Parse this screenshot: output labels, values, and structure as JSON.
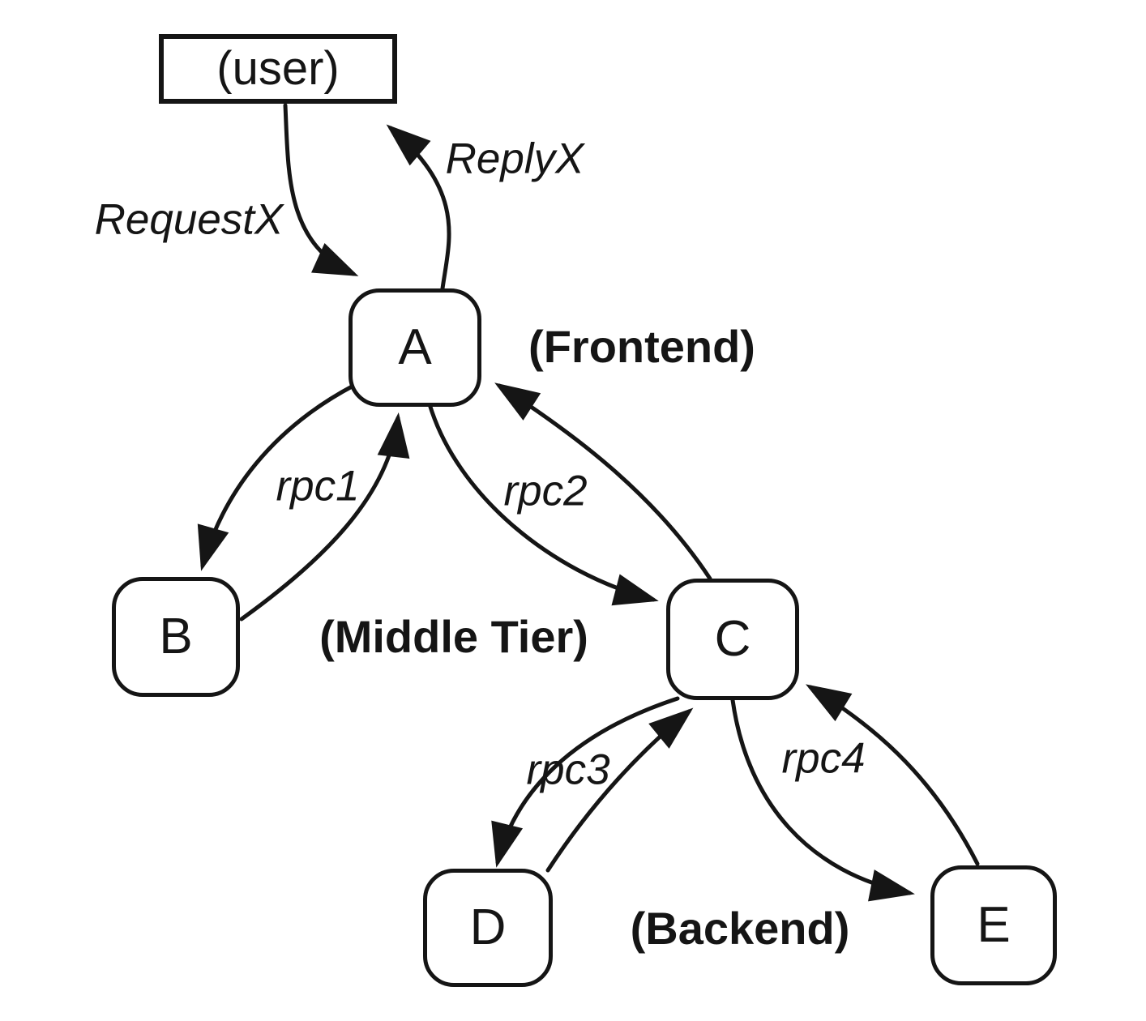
{
  "diagram": {
    "description": "RPC call tree diagram with user, frontend, middle tier and backend nodes",
    "colors": {
      "ink": "#151515",
      "background": "#ffffff"
    }
  },
  "nodes": {
    "user": "(user)",
    "a": "A",
    "b": "B",
    "c": "C",
    "d": "D",
    "e": "E"
  },
  "tier_labels": {
    "frontend": "(Frontend)",
    "middle_tier": "(Middle Tier)",
    "backend": "(Backend)"
  },
  "edge_labels": {
    "request": "RequestX",
    "reply": "ReplyX",
    "rpc1": "rpc1",
    "rpc2": "rpc2",
    "rpc3": "rpc3",
    "rpc4": "rpc4"
  }
}
